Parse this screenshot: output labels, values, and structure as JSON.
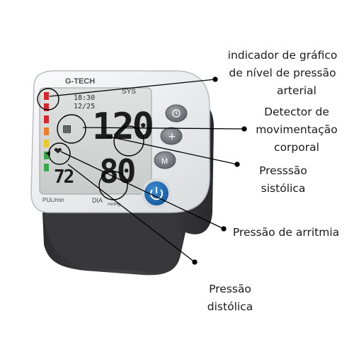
{
  "device": {
    "brand": "G-TECH",
    "time": "18:30",
    "date": "12/25",
    "sys_label": "SYS",
    "dia_label": "DIA",
    "pul_label": "PUL/min",
    "unit": "mmHg",
    "systolic_value": "120",
    "diastolic_value": "80",
    "pulse_value": "72",
    "button_memory": "M"
  },
  "annotations": [
    {
      "lines": [
        "indicador de gráfico",
        "de nível de pressão",
        "arterial"
      ]
    },
    {
      "lines": [
        "Detector de",
        "movimentação",
        "corporal"
      ]
    },
    {
      "lines": [
        "Presssão",
        "sistólica"
      ]
    },
    {
      "lines": [
        "Pressão de arritmia"
      ]
    },
    {
      "lines": [
        "Pressão",
        "distólica"
      ]
    }
  ],
  "colors": {
    "cuff": "#3b3b3d",
    "body": "#f3f4f5",
    "lcd": "#d3d6d4",
    "power_button": "#1f6fb8",
    "scale_red": "#d7262d",
    "scale_orange": "#ee7d2b",
    "scale_yellow": "#e8c72c",
    "scale_green": "#39a84a"
  }
}
